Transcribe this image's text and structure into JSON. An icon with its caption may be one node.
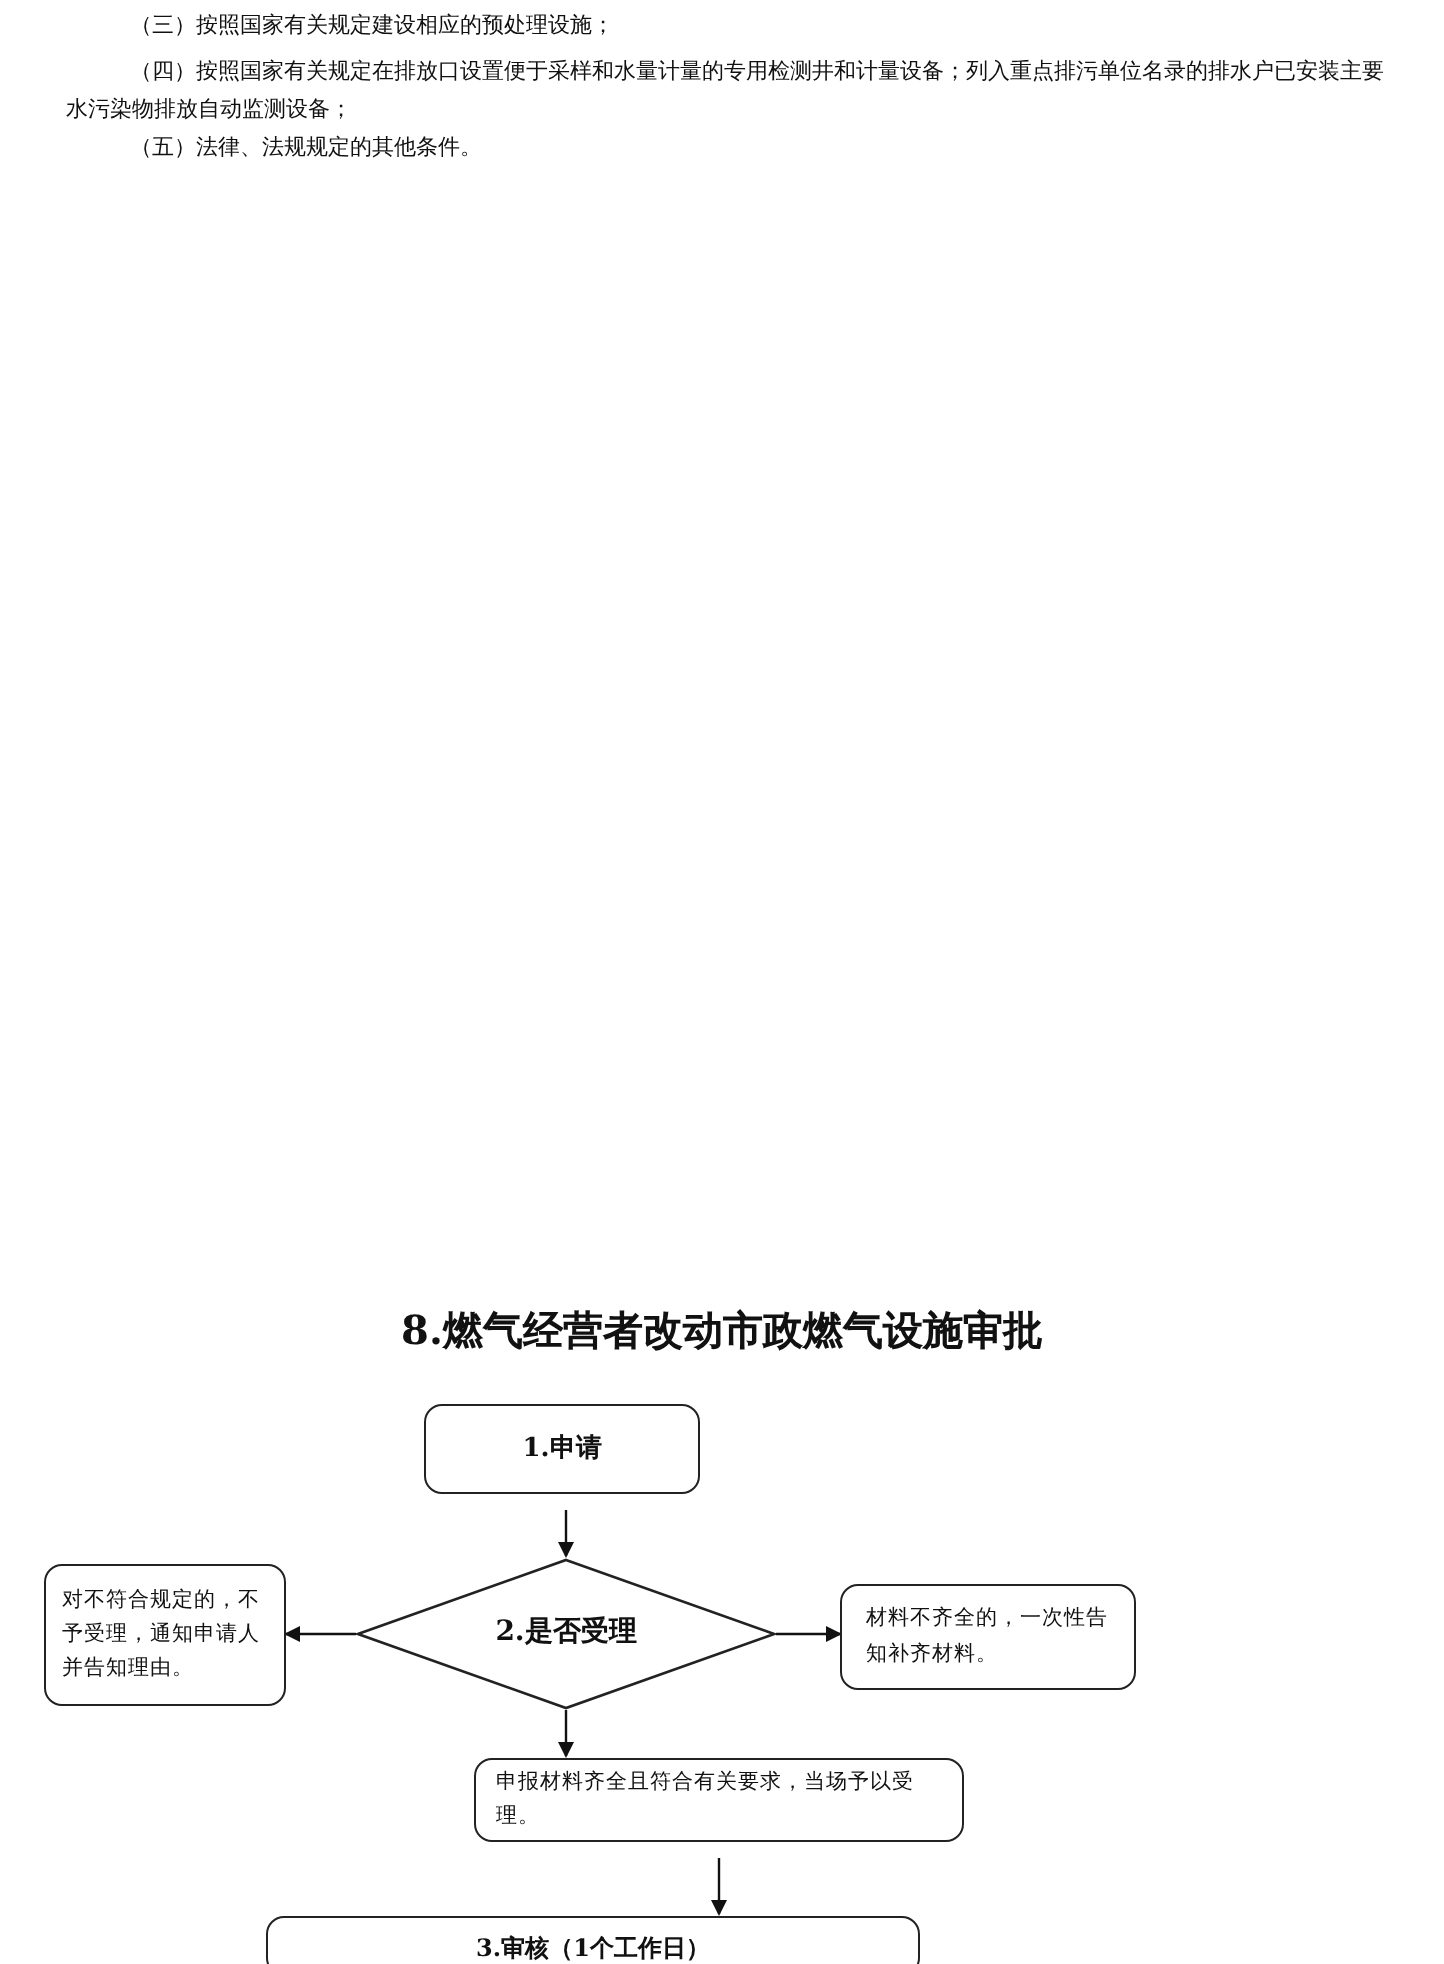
{
  "diagram": {
    "title": "8.燃气经营者改动市政燃气设施审批",
    "nodes": [
      {
        "text": [
          "1.申请"
        ]
      },
      {
        "text": [
          "2.是否受理"
        ]
      },
      {
        "text": [
          "对不符合规定的，不予受理，通知申请人并告知理由。"
        ]
      },
      {
        "text": [
          "材料不齐全的，一次性告知补齐材料。"
        ]
      },
      {
        "text": [
          "申报材料齐全且符合有关要求，当场予以受理。"
        ]
      },
      {
        "text": [
          "3.审核（1个工作日）"
        ]
      }
    ],
    "edges": [
      {
        "from": 0,
        "to": 1,
        "arrow": "to"
      },
      {
        "from": 1,
        "to": 2,
        "arrow": "to"
      },
      {
        "from": 1,
        "to": 3,
        "arrow": "to"
      },
      {
        "from": 1,
        "to": 4,
        "arrow": "to"
      },
      {
        "from": 4,
        "to": 5,
        "arrow": "to"
      }
    ],
    "labels": [
      "（三）按照国家有关规定建设相应的预处理设施；",
      "（四）按照国家有关规定在排放口设置便于采样和水量计量的专用检测井和计量设备；列入重点排污单位名录的排水户已安装主要水污染物排放自动监测设备；",
      "（五）法律、法规规定的其他条件。"
    ]
  }
}
